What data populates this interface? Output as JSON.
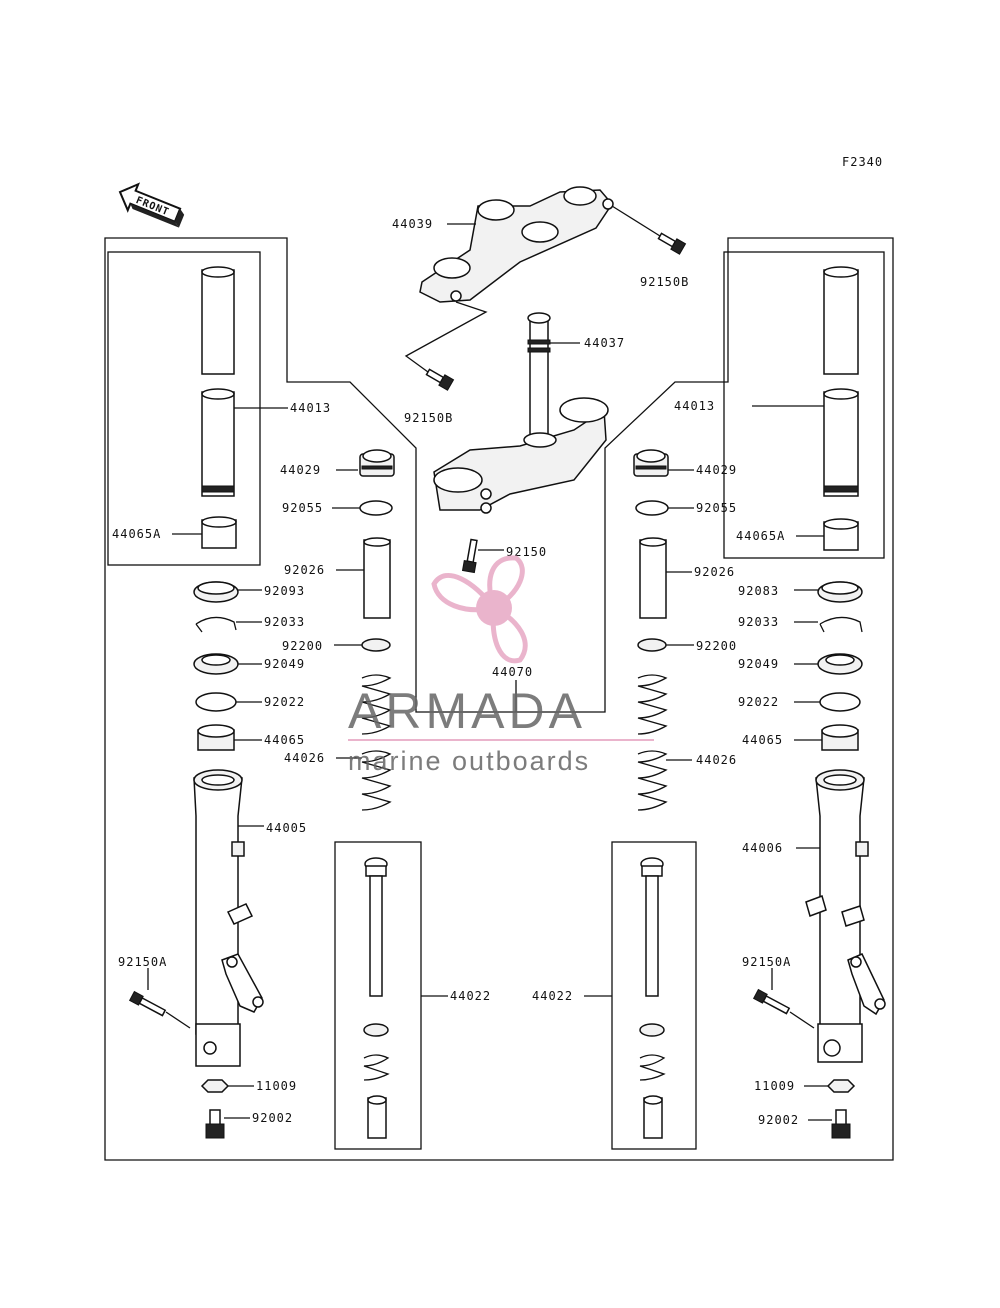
{
  "figure_code": "F2340",
  "front_label": "FRONT",
  "watermark": {
    "brand": "ARMADA",
    "tagline": "marine outboards",
    "color": "#e7a8c4"
  },
  "parts": {
    "p44039": "44039",
    "p92150B_top": "92150B",
    "p92150B_mid": "92150B",
    "p44037": "44037",
    "p92150": "92150",
    "p44070": "44070",
    "p44013_l": "44013",
    "p44013_r": "44013",
    "p44065A_l": "44065A",
    "p44065A_r": "44065A",
    "p44029_l": "44029",
    "p44029_r": "44029",
    "p92055_l": "92055",
    "p92055_r": "92055",
    "p92026_l": "92026",
    "p92026_r": "92026",
    "p92093": "92093",
    "p92083": "92083",
    "p92033_l": "92033",
    "p92033_r": "92033",
    "p92200_l": "92200",
    "p92200_r": "92200",
    "p92049_l": "92049",
    "p92049_r": "92049",
    "p92022_l": "92022",
    "p92022_r": "92022",
    "p44065_l": "44065",
    "p44065_r": "44065",
    "p44026_l": "44026",
    "p44026_r": "44026",
    "p44005": "44005",
    "p44006": "44006",
    "p44022_l": "44022",
    "p44022_r": "44022",
    "p92150A_l": "92150A",
    "p92150A_r": "92150A",
    "p11009_l": "11009",
    "p11009_r": "11009",
    "p92002_l": "92002",
    "p92002_r": "92002"
  }
}
